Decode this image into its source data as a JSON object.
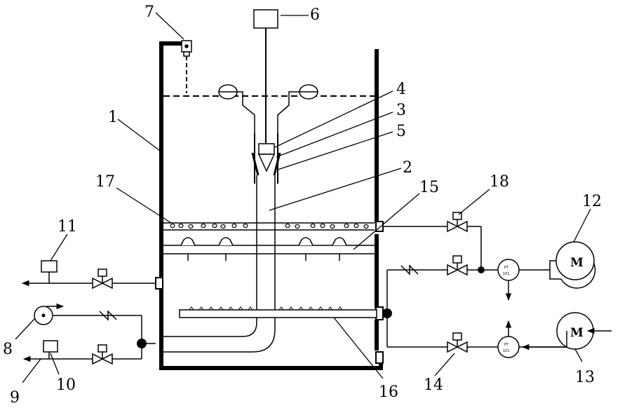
{
  "labels": [
    "1",
    "2",
    "3",
    "4",
    "5",
    "6",
    "7",
    "8",
    "9",
    "10",
    "11",
    "12",
    "13",
    "14",
    "15",
    "16",
    "17",
    "18"
  ],
  "instrument_tag": "PT",
  "instrument_number": "101",
  "motor_symbol": "M",
  "colors": {
    "line": "#000000",
    "background": "#ffffff"
  }
}
